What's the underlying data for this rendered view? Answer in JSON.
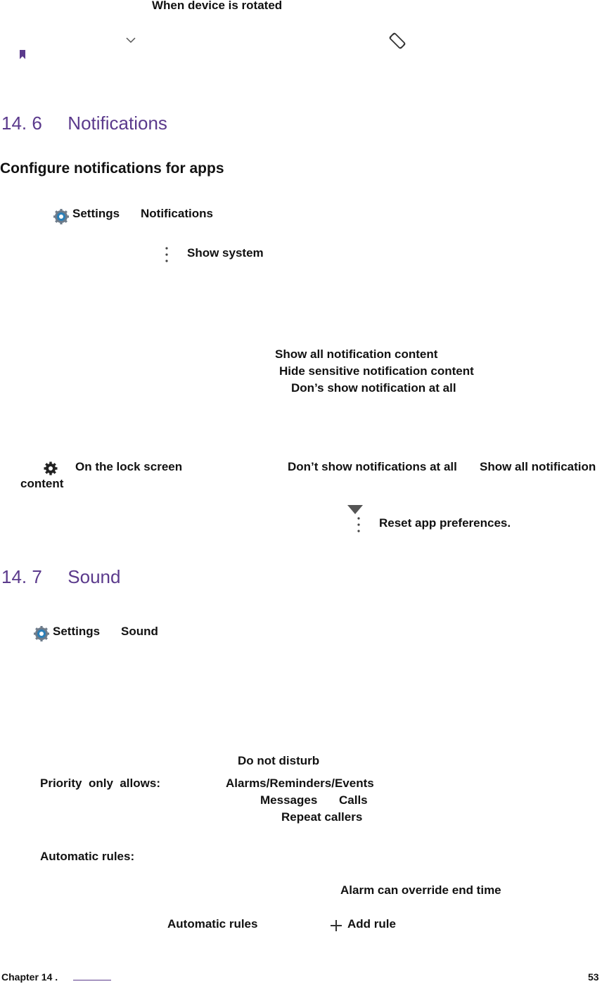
{
  "top": {
    "rotate_label": "When device is rotated"
  },
  "colors": {
    "accent": "#5b3a8c",
    "text": "#111111",
    "icon_gray": "#555555"
  },
  "notifications": {
    "section_number": "14. 6",
    "section_title": "Notifications",
    "subtitle": "Configure notifications for apps",
    "path_settings": "Settings",
    "path_notifications": "Notifications",
    "show_system": "Show system",
    "option_1": "Show all notification content",
    "option_2": "Hide sensitive notification content",
    "option_3": "Don’s show notification at all",
    "lockscreen_label": "On the lock screen",
    "dont_show": "Don’t show notifications at all",
    "show_all_a": "Show all notification",
    "show_all_b": "content",
    "reset": "Reset app preferences."
  },
  "sound": {
    "section_number": "14. 7",
    "section_title": "Sound",
    "path_settings": "Settings",
    "path_sound": "Sound",
    "dnd": "Do not disturb",
    "priority_label": "Priority  only  allows:",
    "alarms": "Alarms/Reminders/Events",
    "messages": "Messages",
    "calls": "Calls",
    "repeat_callers": "Repeat callers",
    "auto_rules_label": "Automatic rules:",
    "alarm_override": "Alarm can override end time",
    "auto_rules": "Automatic rules",
    "add_rule": "Add rule"
  },
  "footer": {
    "chapter": "Chapter 14 .",
    "page": "53"
  }
}
